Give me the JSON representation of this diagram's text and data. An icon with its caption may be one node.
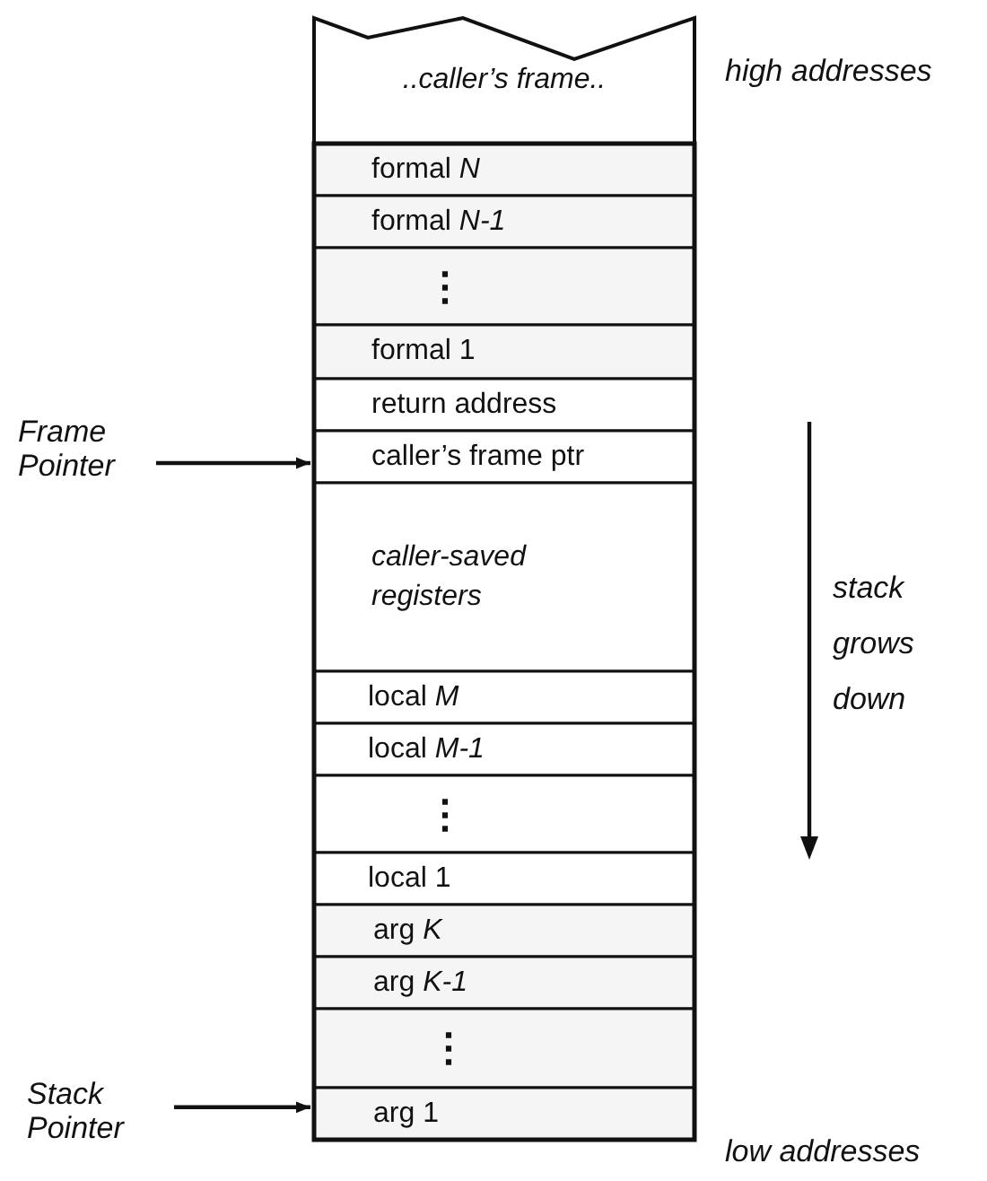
{
  "diagram": {
    "nodes": [
      {
        "text": [
          "..caller’s frame.."
        ]
      },
      {
        "text": [
          "formal *N*"
        ]
      },
      {
        "text": [
          "formal *N-1*"
        ]
      },
      {
        "text": [
          "⋮"
        ]
      },
      {
        "text": [
          "formal 1"
        ]
      },
      {
        "text": [
          "return address"
        ]
      },
      {
        "text": [
          "caller’s frame ptr"
        ]
      },
      {
        "text": [
          "caller-saved registers"
        ]
      },
      {
        "text": [
          "local *M*"
        ]
      },
      {
        "text": [
          "local *M-1*"
        ]
      },
      {
        "text": [
          "⋮"
        ]
      },
      {
        "text": [
          "local 1"
        ]
      },
      {
        "text": [
          "arg *K*"
        ]
      },
      {
        "text": [
          "arg *K-1*"
        ]
      },
      {
        "text": [
          "⋮"
        ]
      },
      {
        "text": [
          "arg 1"
        ]
      },
      {
        "text": [
          "Frame Pointer"
        ]
      },
      {
        "text": [
          "Stack Pointer"
        ]
      }
    ],
    "edges": [
      {
        "from": 16,
        "to": 6,
        "arrow": "to"
      },
      {
        "from": 17,
        "to": 15,
        "arrow": "to"
      }
    ],
    "labels": [
      "high addresses",
      "stack grows down",
      "low addresses"
    ]
  }
}
